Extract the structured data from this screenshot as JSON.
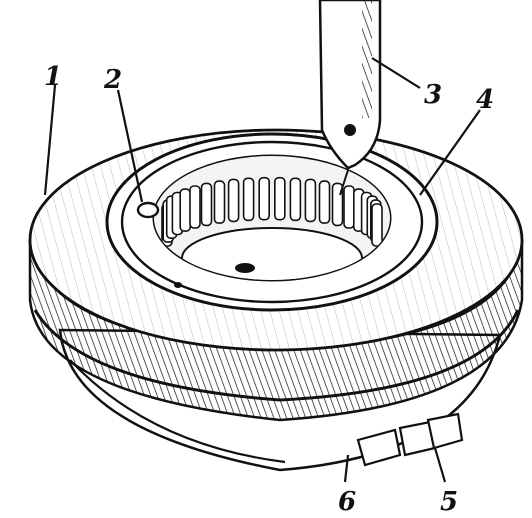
{
  "figure": {
    "callouts": [
      {
        "id": "1",
        "label": "1"
      },
      {
        "id": "2",
        "label": "2"
      },
      {
        "id": "3",
        "label": "3"
      },
      {
        "id": "4",
        "label": "4"
      },
      {
        "id": "5",
        "label": "5"
      },
      {
        "id": "6",
        "label": "6"
      }
    ],
    "colors": {
      "ink": "#111111",
      "paper": "#ffffff"
    }
  }
}
